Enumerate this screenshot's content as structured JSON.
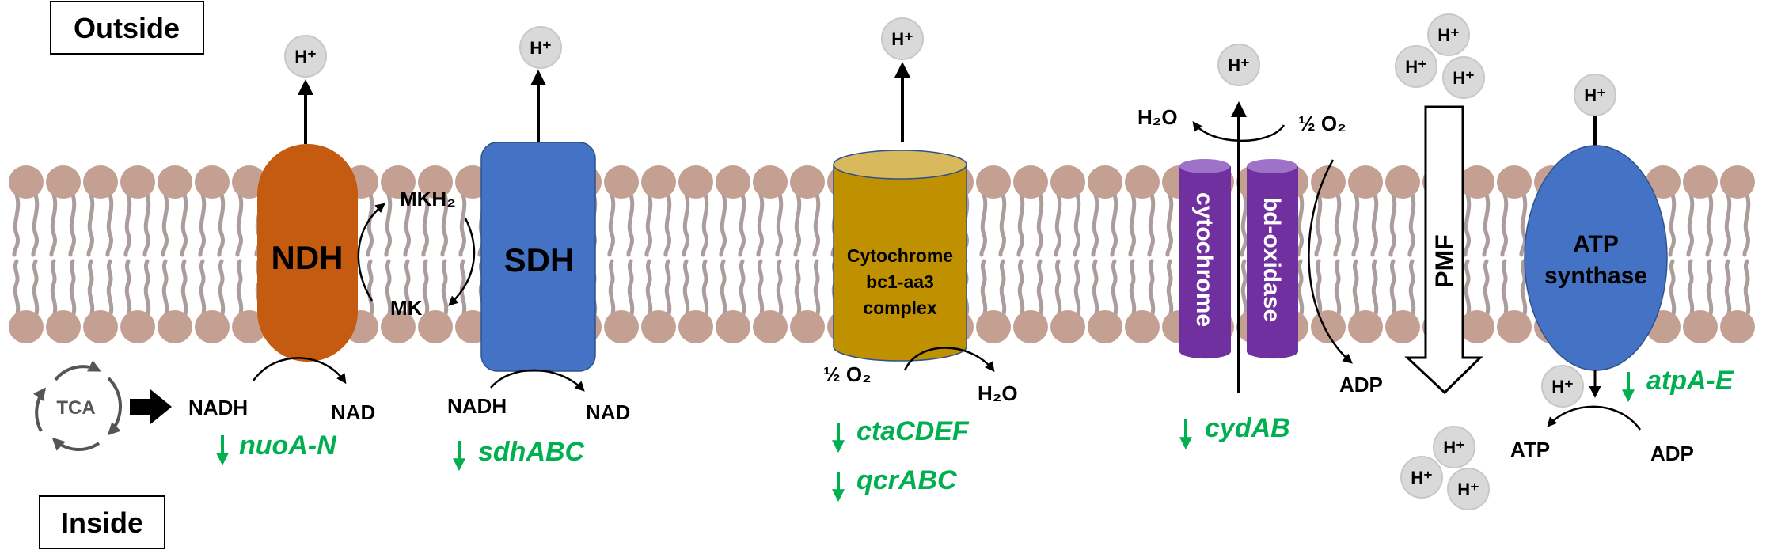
{
  "labels": {
    "outside": "Outside",
    "inside": "Inside",
    "proton": "H⁺",
    "tca": "TCA",
    "ndh": "NDH",
    "sdh": "SDH",
    "mkh2": "MKH₂",
    "mk": "MK",
    "nadh": "NADH",
    "nad": "NAD",
    "cyt_line1": "Cytochrome",
    "cyt_line2": "bc1-aa3",
    "cyt_line3": "complex",
    "half_o2": "½ O₂",
    "h2o": "H₂O",
    "cyd_left": "cytochrome",
    "cyd_right": "bd-oxidase",
    "adp": "ADP",
    "atp": "ATP",
    "pmf": "PMF",
    "atp_line1": "ATP",
    "atp_line2": "synthase"
  },
  "genes": {
    "nuo": "nuoA-N",
    "sdh": "sdhABC",
    "cta": "ctaCDEF",
    "qcr": "qcrABC",
    "cyd": "cydAB",
    "atp": "atpA-E"
  },
  "gene_regulation": "down",
  "colors": {
    "ndh": "#c55a11",
    "sdh": "#4472c4",
    "cytochrome_bc1": "#bf9000",
    "cytochrome_bd": "#7030a0",
    "atp_synthase": "#4472c4",
    "downregulated": "#00b050",
    "lipid_head": "#c4a093",
    "proton": "#d9d9d9"
  }
}
